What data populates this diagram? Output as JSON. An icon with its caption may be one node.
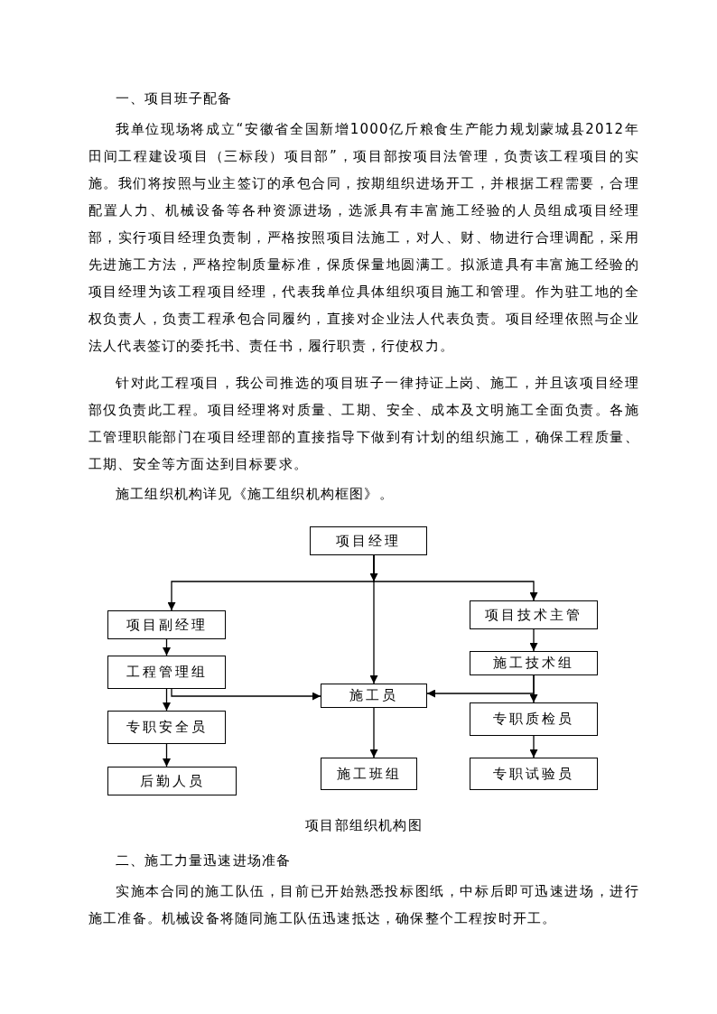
{
  "diagram": {
    "caption": "项目部组织机构图",
    "nodes": [
      {
        "text": [
          "项目经理"
        ]
      },
      {
        "text": [
          "项目副经理"
        ]
      },
      {
        "text": [
          "项目技术主管"
        ]
      },
      {
        "text": [
          "工程管理组"
        ]
      },
      {
        "text": [
          "施工技术组"
        ]
      },
      {
        "text": [
          "施工员"
        ]
      },
      {
        "text": [
          "专职安全员"
        ]
      },
      {
        "text": [
          "专职质检员"
        ]
      },
      {
        "text": [
          "后勤人员"
        ]
      },
      {
        "text": [
          "施工班组"
        ]
      },
      {
        "text": [
          "专职试验员"
        ]
      }
    ],
    "edges": [
      {
        "from": 0,
        "to": 1,
        "arrow": "to"
      },
      {
        "from": 0,
        "to": 5,
        "arrow": "to"
      },
      {
        "from": 0,
        "to": 2,
        "arrow": "to"
      },
      {
        "from": 1,
        "to": 3,
        "arrow": "to"
      },
      {
        "from": 3,
        "to": 6,
        "arrow": "to"
      },
      {
        "from": 3,
        "to": 5,
        "arrow": "to"
      },
      {
        "from": 6,
        "to": 8,
        "arrow": "to"
      },
      {
        "from": 2,
        "to": 4,
        "arrow": "to"
      },
      {
        "from": 4,
        "to": 7,
        "arrow": "to"
      },
      {
        "from": 4,
        "to": 5,
        "arrow": "to"
      },
      {
        "from": 5,
        "to": 9,
        "arrow": "to"
      },
      {
        "from": 7,
        "to": 10,
        "arrow": "to"
      }
    ],
    "labels": [
      "一、项目班子配备",
      "我单位现场将成立“安徽省全国新增1000亿斤粮食生产能力规划蒙城县2012年田间工程建设项目（三标段）项目部”，项目部按项目法管理，负责该工程项目的实施。我们将按照与业主签订的承包合同，按期组织进场开工，并根据工程需要，合理配置人力、机械设备等各种资源进场，选派具有丰富施工经验的人员组成项目经理部，实行项目经理负责制，严格按照项目法施工，对人、财、物进行合理调配，采用先进施工方法，严格控制质量标准，保质保量地圆满工。拟派遣具有丰富施工经验的项目经理为该工程项目经理，代表我单位具体组织项目施工和管理。作为驻工地的全权负责人，负责工程承包合同履约，直接对企业法人代表负责。项目经理依照与企业法人代表签订的委托书、责任书，履行职责，行使权力。",
      "针对此工程项目，我公司推选的项目班子一律持证上岗、施工，并且该项目经理部仅负责此工程。项目经理将对质量、工期、安全、成本及文明施工全面负责。各施工管理职能部门在项目经理部的直接指导下做到有计划的组织施工，确保工程质量、工期、安全等方面达到目标要求。",
      "施工组织机构详见《施工组织机构框图》。",
      "二、施工力量迅速进场准备",
      "实施本合同的施工队伍，目前已开始熟悉投标图纸，中标后即可迅速进场，进行施工准备。机械设备将随同施工队伍迅速抵达，确保整个工程按时开工。"
    ]
  }
}
